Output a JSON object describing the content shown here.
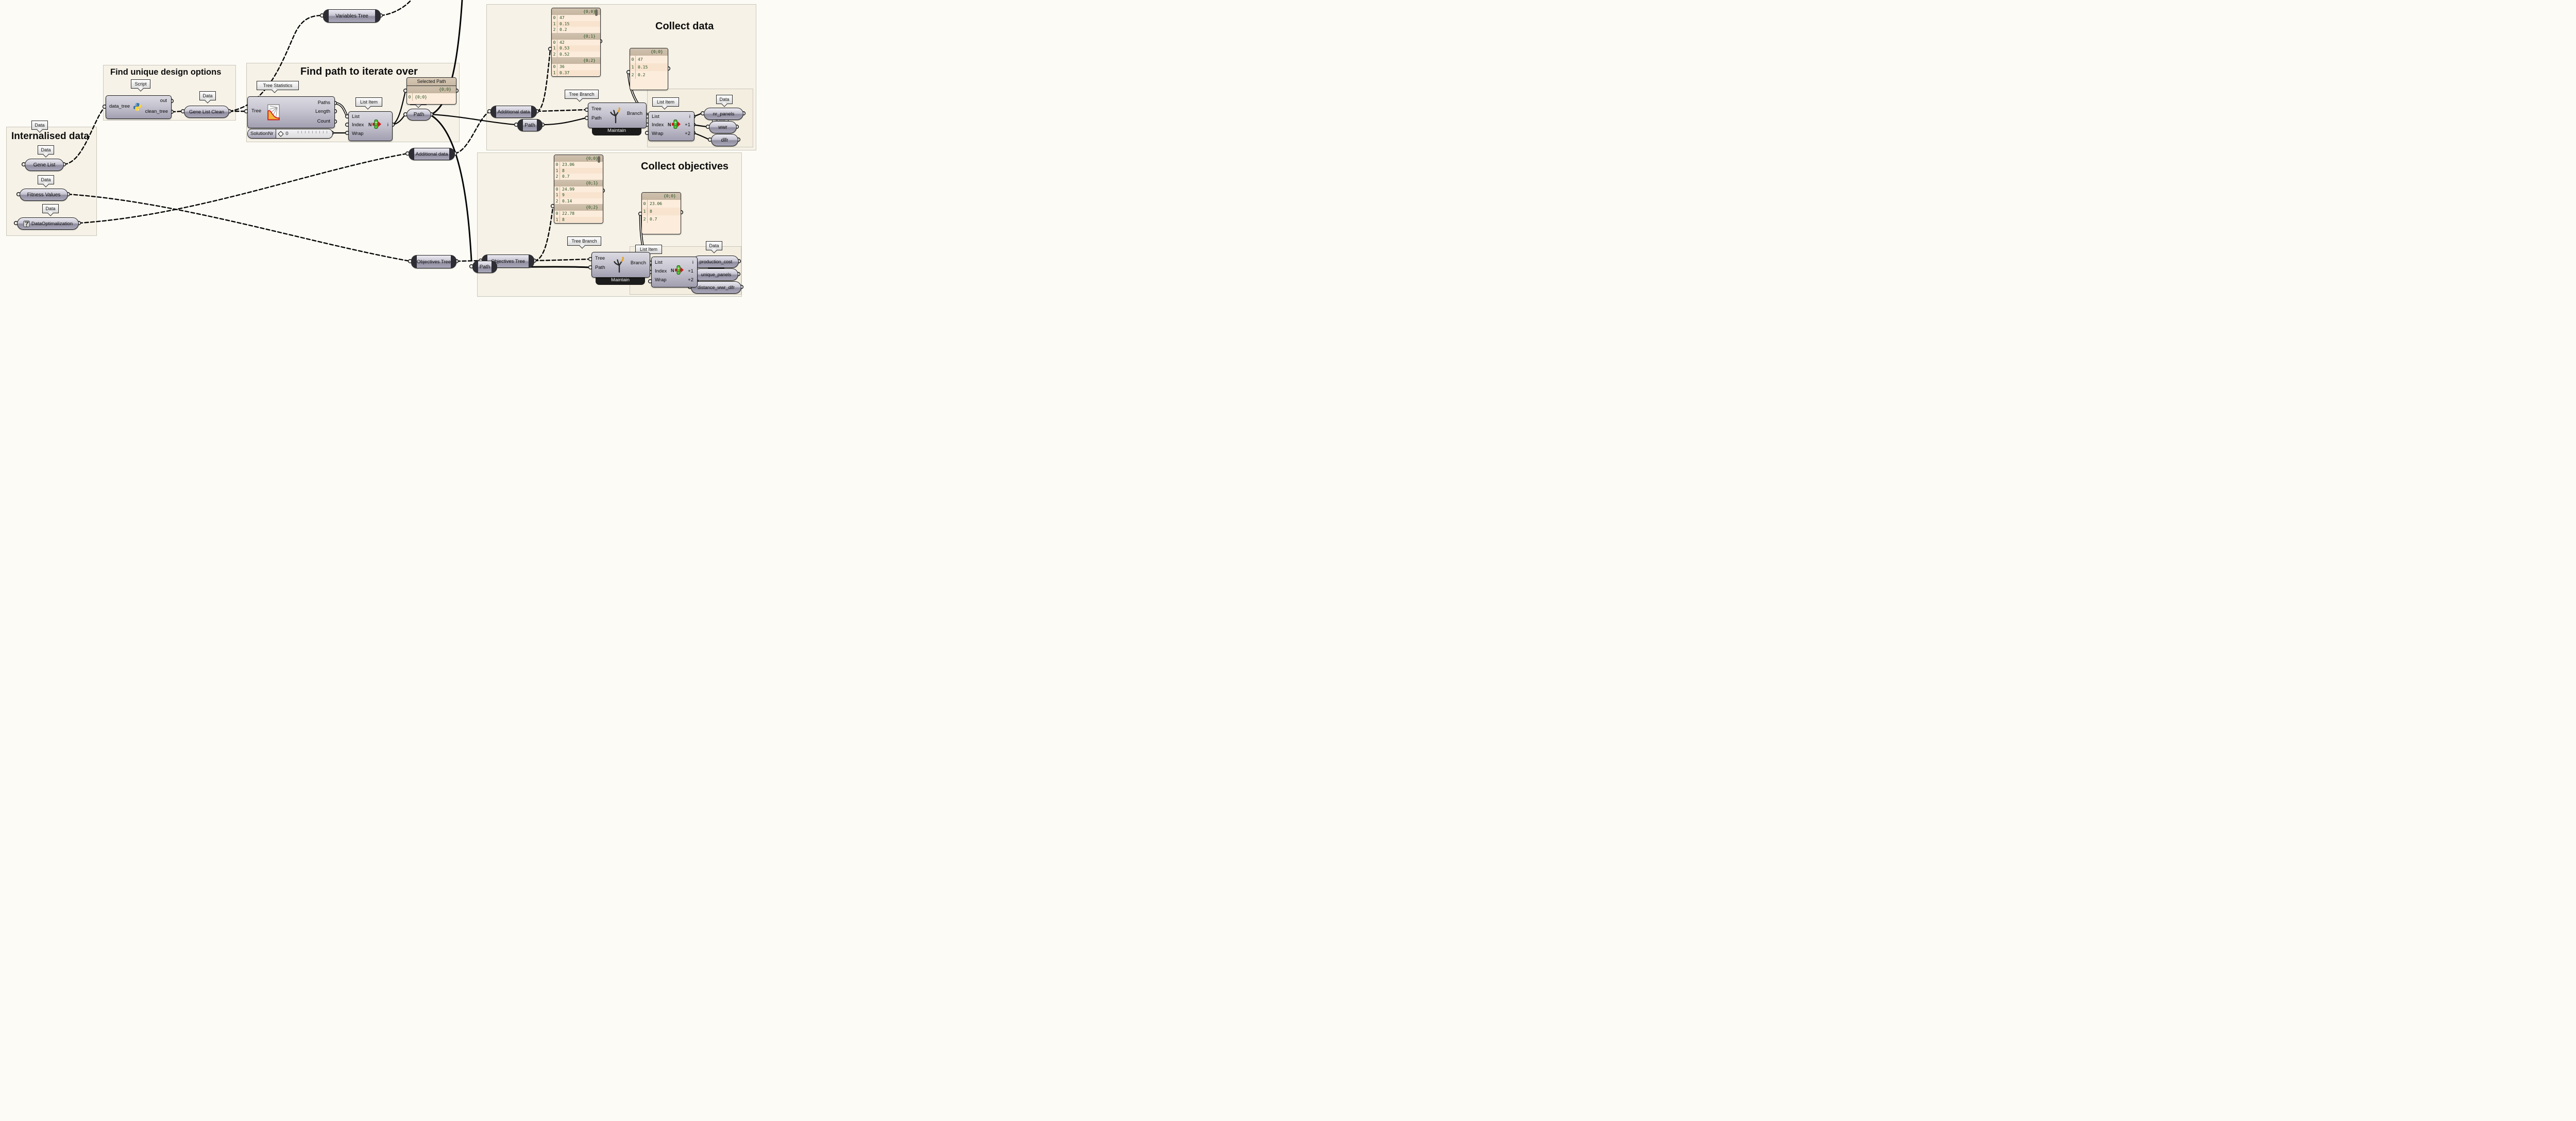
{
  "tags": {
    "data": "Data",
    "script": "Script",
    "tree_statistics": "Tree Statistics",
    "list_item": "List Item",
    "tree_branch": "Tree Branch"
  },
  "groups": {
    "internalised": {
      "title": "Internalised data"
    },
    "find_unique": {
      "title": "Find unique design options"
    },
    "find_path": {
      "title": "Find path to iterate over"
    },
    "collect_data": {
      "title": "Collect data"
    },
    "collect_objectives": {
      "title": "Collect objectives"
    }
  },
  "params": {
    "gene_list": "Gene List",
    "fitness_values": "Fitness Values",
    "data_optimalization": "DataOptimalization",
    "gene_list_clean": "Gene List Clean",
    "variables_tree": "Variables Tree",
    "path": "Path",
    "additional_data": "Additional data",
    "objectives_tree": "Objectives Tree",
    "nr_panels": "nr_panels",
    "wwr": "wwr",
    "dlfr": "dlfr",
    "production_cost": "production_cost",
    "unique_panels": "unique_panels",
    "distance_wwr_dlfr": "distance_wwr_dlfr"
  },
  "components": {
    "script": {
      "input": "data_tree",
      "outputs": [
        "out",
        "clean_tree"
      ]
    },
    "tree_statistics": {
      "input": "Tree",
      "outputs": [
        "Paths",
        "Length",
        "Count"
      ]
    },
    "list_item": {
      "inputs": [
        "List",
        "Index",
        "Wrap"
      ],
      "outputs": [
        "i",
        "+1",
        "+2"
      ]
    },
    "tree_branch": {
      "inputs": [
        "Tree",
        "Path"
      ],
      "output": "Branch",
      "mode": "Maintain"
    }
  },
  "slider": {
    "label": "SolutionNr",
    "value": "0"
  },
  "panels": {
    "selected_path": {
      "title": "Selected Path",
      "branches": [
        {
          "path": "{0;0}",
          "items": [
            [
              "0",
              "{0;0}"
            ]
          ]
        }
      ]
    },
    "data_big": {
      "branches": [
        {
          "path": "{0;0}",
          "items": [
            [
              "0",
              "47"
            ],
            [
              "1",
              "0.15"
            ],
            [
              "2",
              "0.2"
            ]
          ]
        },
        {
          "path": "{0;1}",
          "items": [
            [
              "0",
              "42"
            ],
            [
              "1",
              "0.53"
            ],
            [
              "2",
              "0.52"
            ]
          ]
        },
        {
          "path": "{0;2}",
          "items": [
            [
              "0",
              "36"
            ],
            [
              "1",
              "0.37"
            ],
            [
              "2",
              ""
            ]
          ]
        }
      ]
    },
    "data_small": {
      "branches": [
        {
          "path": "{0;0}",
          "items": [
            [
              "0",
              "47"
            ],
            [
              "1",
              "0.15"
            ],
            [
              "2",
              "0.2"
            ]
          ]
        }
      ]
    },
    "objectives_big": {
      "branches": [
        {
          "path": "{0;0}",
          "items": [
            [
              "0",
              "23.06"
            ],
            [
              "1",
              "8"
            ],
            [
              "2",
              "0.7"
            ]
          ]
        },
        {
          "path": "{0;1}",
          "items": [
            [
              "0",
              "24.99"
            ],
            [
              "1",
              "9"
            ],
            [
              "2",
              "0.14"
            ]
          ]
        },
        {
          "path": "{0;2}",
          "items": [
            [
              "0",
              "22.78"
            ],
            [
              "1",
              "8"
            ]
          ]
        }
      ]
    },
    "objectives_small": {
      "branches": [
        {
          "path": "{0;0}",
          "items": [
            [
              "0",
              "23.06"
            ],
            [
              "1",
              "8"
            ],
            [
              "2",
              "0.7"
            ]
          ]
        }
      ]
    }
  }
}
